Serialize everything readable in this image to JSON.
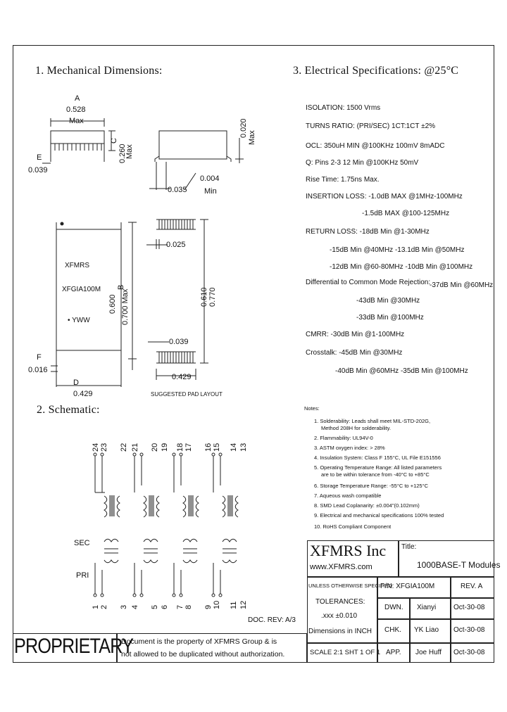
{
  "section1_title": "1. Mechanical Dimensions:",
  "section2_title": "2. Schematic:",
  "section3_title": "3. Electrical Specifications: @25°C",
  "mech": {
    "dim_a_label": "A",
    "dim_a_value": "0.528",
    "dim_a_max": "Max",
    "dim_c_label": "C",
    "dim_c_value": "0.260",
    "dim_c_max": "Max",
    "dim_e_label": "E",
    "dim_e_value": "0.039",
    "dim_lead_value": "0.020",
    "dim_lead_max": "Max",
    "dim_004_value": "0.004",
    "dim_004_min": "Min",
    "dim_035": "0.035",
    "dim_025": "0.025",
    "part_brand": "XFMRS",
    "part_number": "XFGIA100M",
    "part_yww": "• YWW",
    "dim_b_value": "0.600",
    "dim_b_label": "B",
    "dim_b_max": "0.700 Max",
    "dim_f_label": "F",
    "dim_f_value": "0.016",
    "dim_d_label": "D",
    "dim_d_value": "0.429",
    "pad_610": "0.610",
    "pad_770": "0.770",
    "pad_039": "0.039",
    "pad_429": "0.429",
    "pad_caption": "SUGGESTED PAD LAYOUT"
  },
  "schematic": {
    "top_pins": [
      "24",
      "23",
      "22",
      "21",
      "20",
      "19",
      "18",
      "17",
      "16",
      "15",
      "14",
      "13"
    ],
    "bottom_pins": [
      "1",
      "2",
      "3",
      "4",
      "5",
      "6",
      "7",
      "8",
      "9",
      "10",
      "11",
      "12"
    ],
    "sec_label": "SEC",
    "pri_label": "PRI",
    "doc_rev": "DOC. REV: A/3"
  },
  "specs": [
    "ISOLATION: 1500 Vrms",
    "TURNS RATIO: (PRI/SEC) 1CT:1CT ±2%",
    "OCL: 350uH MIN @100KHz 100mV 8mADC",
    "Q: Pins 2-3 12 Min @100KHz 50mV",
    "Rise Time: 1.75ns Max.",
    "INSERTION LOSS: -1.0dB MAX @1MHz-100MHz",
    "-1.5dB MAX @100-125MHz",
    "RETURN LOSS: -18dB Min @1-30MHz",
    "-15dB Min @40MHz -13.1dB Min @50MHz",
    "-12dB Min @60-80MHz -10dB Min @100MHz",
    "Differential to Common Mode Rejection:",
    "-37dB Min @60MHz",
    "-43dB Min @30MHz",
    "-33dB Min @100MHz",
    "CMRR: -30dB Min @1-100MHz",
    "Crosstalk: -45dB Min @30MHz",
    "-40dB Min @60MHz -35dB Min @100MHz"
  ],
  "notes": {
    "heading": "Notes:",
    "items": [
      "1. Solderability: Leads shall meet MIL-STD-202G,",
      "Method 208H for solderability.",
      "2. Flammability: UL94V-0",
      "3. ASTM oxygen index: > 28%",
      "4. Insulation System: Class F 155°C, UL File E151556",
      "5. Operating Temperature Range: All listed parameters",
      "are to be within tolerance from -40°C to +85°C",
      "6. Storage Temperature Range: -55°C to +125°C",
      "7. Aqueous wash compatible",
      "8. SMD Lead Coplanarity: ±0.004\"(0.102mm)",
      "9. Electrical and mechanical specifications 100% tested",
      "10. RoHS Compliant Component"
    ]
  },
  "titleblock": {
    "company": "XFMRS Inc",
    "website": "www.XFMRS.com",
    "title_label": "Title:",
    "title_value": "1000BASE-T Modules",
    "unless": "UNLESS OTHERWISE SPECIFIED",
    "tolerances": "TOLERANCES:",
    "tol_value": ".xxx ±0.010",
    "dimensions": "Dimensions in INCH",
    "pn_label": "P/N: XFGIA100M",
    "rev": "REV. A",
    "dwn_label": "DWN.",
    "dwn_name": "Xianyi",
    "dwn_date": "Oct-30-08",
    "chk_label": "CHK.",
    "chk_name": "YK Liao",
    "chk_date": "Oct-30-08",
    "app_label": "APP.",
    "app_name": "Joe Huff",
    "app_date": "Oct-30-08",
    "scale": "SCALE 2:1 SHT 1 OF 1",
    "proprietary": "PROPRIETARY",
    "prop_line1": "Document is the property of XFMRS Group & is",
    "prop_line2": "not allowed to be duplicated without authorization."
  }
}
